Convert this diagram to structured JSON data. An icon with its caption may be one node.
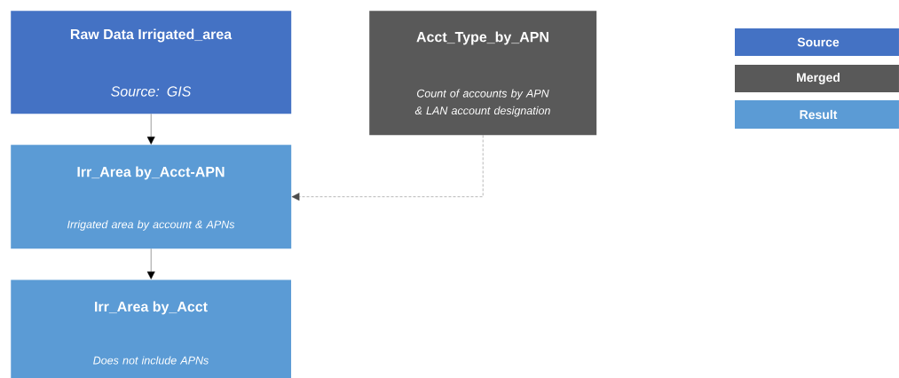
{
  "diagram": {
    "nodes": [
      {
        "text": [
          "Raw Data Irrigated_area",
          "Source: GIS"
        ]
      },
      {
        "text": [
          "Irr_Area by_Acct-APN",
          "Irrigated area by account & APNs"
        ]
      },
      {
        "text": [
          "Irr_Area by_Acct",
          "Does not include APNs"
        ]
      },
      {
        "text": [
          "Acct_Type_by_APN",
          "Count of accounts by APN & LAN account designation"
        ]
      }
    ],
    "edges": [
      {
        "from": 0,
        "to": 1,
        "arrow": "to"
      },
      {
        "from": 1,
        "to": 2,
        "arrow": "to"
      },
      {
        "from": 3,
        "to": 1,
        "arrow": "to",
        "style": "dashed"
      }
    ],
    "legend": [
      {
        "text": "Source",
        "color": "#4472c4"
      },
      {
        "text": "Merged",
        "color": "#595959"
      },
      {
        "text": "Result",
        "color": "#5b9bd5"
      }
    ]
  }
}
